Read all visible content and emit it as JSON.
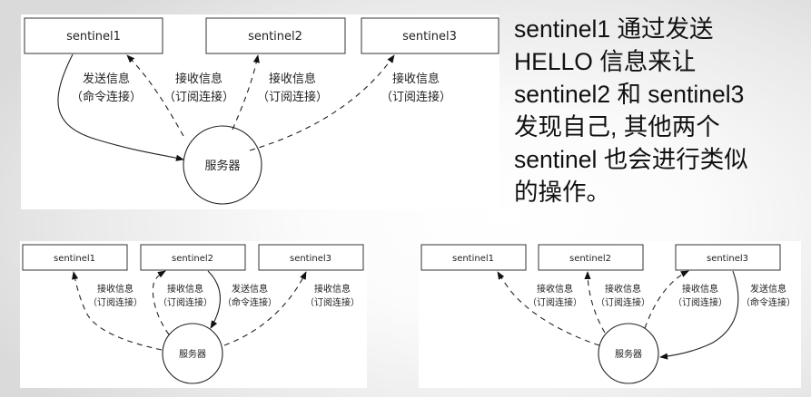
{
  "description": {
    "lines": [
      "sentinel1 通过发送",
      "HELLO 信息来让",
      "sentinel2 和 sentinel3",
      "发现自己, 其他两个",
      "sentinel 也会进行类似",
      "的操作。"
    ]
  },
  "diagrams": [
    {
      "id": "sender-sentinel1",
      "nodes": [
        "sentinel1",
        "sentinel2",
        "sentinel3"
      ],
      "server": "服务器",
      "edges": [
        {
          "from": "sentinel1",
          "to": "服务器",
          "style": "solid",
          "label": [
            "发送信息",
            "（命令连接）"
          ]
        },
        {
          "from": "服务器",
          "to": "sentinel1",
          "style": "dashed",
          "label": [
            "接收信息",
            "（订阅连接）"
          ]
        },
        {
          "from": "服务器",
          "to": "sentinel2",
          "style": "dashed",
          "label": [
            "接收信息",
            "（订阅连接）"
          ]
        },
        {
          "from": "服务器",
          "to": "sentinel3",
          "style": "dashed",
          "label": [
            "接收信息",
            "（订阅连接）"
          ]
        }
      ]
    },
    {
      "id": "sender-sentinel2",
      "nodes": [
        "sentinel1",
        "sentinel2",
        "sentinel3"
      ],
      "server": "服务器",
      "edges": [
        {
          "from": "服务器",
          "to": "sentinel1",
          "style": "dashed",
          "label": [
            "接收信息",
            "（订阅连接）"
          ]
        },
        {
          "from": "服务器",
          "to": "sentinel2",
          "style": "dashed",
          "label": [
            "接收信息",
            "（订阅连接）"
          ]
        },
        {
          "from": "sentinel2",
          "to": "服务器",
          "style": "solid",
          "label": [
            "发送信息",
            "（命令连接）"
          ]
        },
        {
          "from": "服务器",
          "to": "sentinel3",
          "style": "dashed",
          "label": [
            "接收信息",
            "（订阅连接）"
          ]
        }
      ]
    },
    {
      "id": "sender-sentinel3",
      "nodes": [
        "sentinel1",
        "sentinel2",
        "sentinel3"
      ],
      "server": "服务器",
      "edges": [
        {
          "from": "服务器",
          "to": "sentinel1",
          "style": "dashed",
          "label": [
            "接收信息",
            "（订阅连接）"
          ]
        },
        {
          "from": "服务器",
          "to": "sentinel2",
          "style": "dashed",
          "label": [
            "接收信息",
            "（订阅连接）"
          ]
        },
        {
          "from": "服务器",
          "to": "sentinel3",
          "style": "dashed",
          "label": [
            "接收信息",
            "（订阅连接）"
          ]
        },
        {
          "from": "sentinel3",
          "to": "服务器",
          "style": "solid",
          "label": [
            "发送信息",
            "（命令连接）"
          ]
        }
      ]
    }
  ]
}
